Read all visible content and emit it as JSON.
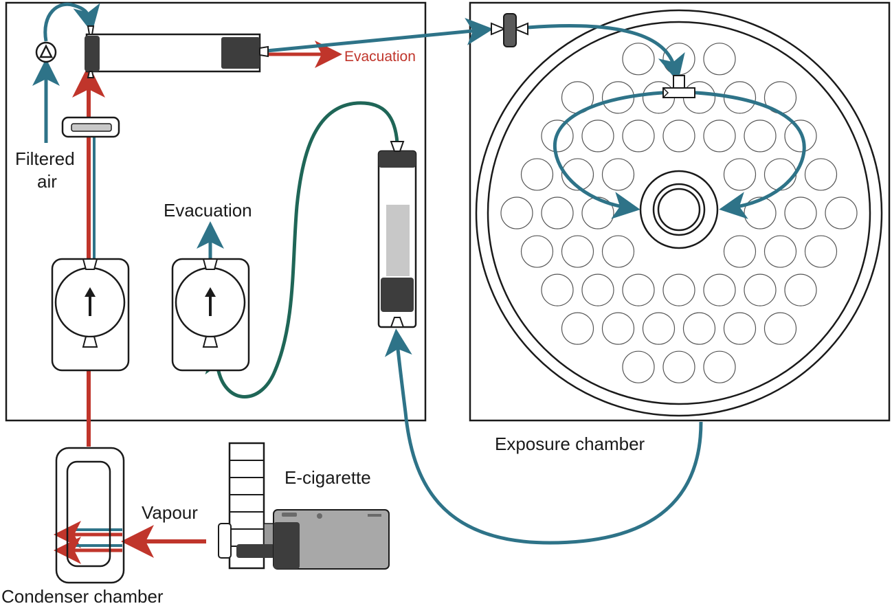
{
  "labels": {
    "filtered_air_line1": "Filtered",
    "filtered_air_line2": "air",
    "evacuation_top": "Evacuation",
    "evacuation_mid": "Evacuation",
    "exposure_chamber": "Exposure chamber",
    "e_cigarette": "E-cigarette",
    "vapour": "Vapour",
    "condenser_chamber": "Condenser chamber"
  },
  "colors": {
    "red_flow": "#c0352b",
    "blue_flow": "#2e7388",
    "green_flow": "#1f6657",
    "outline": "#1a1a1a",
    "dark_component": "#3d3d3d",
    "light_component": "#c8c8c8"
  },
  "icons": [
    "pump-icon",
    "filter-icon",
    "valve-icon",
    "e-cigarette-icon",
    "arrow-icon"
  ]
}
